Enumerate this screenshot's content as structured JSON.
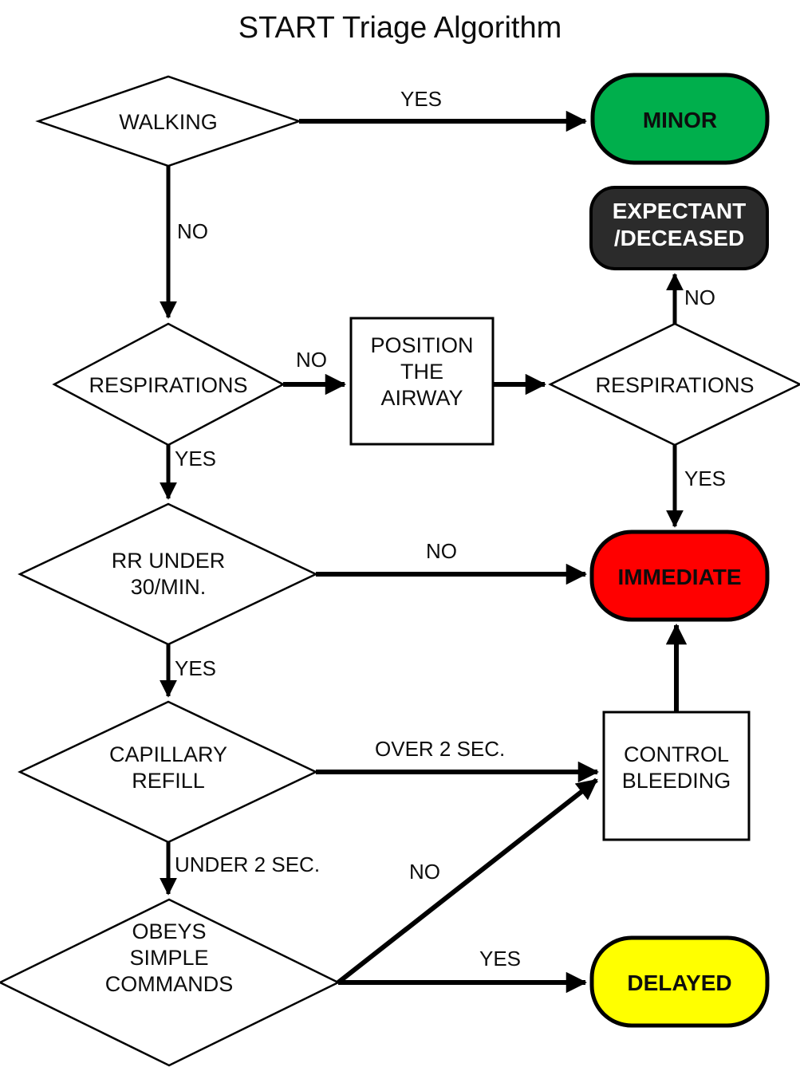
{
  "title": "START Triage Algorithm",
  "colors": {
    "minor_green": "#00AF4C",
    "expectant_dark": "#2B2B2B",
    "immediate_red": "#FF0000",
    "delayed_yellow": "#FFFF00",
    "line_black": "#000000",
    "text_black": "#0D0D0D",
    "text_white": "#FFFFFF",
    "node_fill_white": "#FFFFFF"
  },
  "nodes": {
    "walking": {
      "label": "WALKING",
      "shape": "diamond"
    },
    "respirations_1": {
      "label": "RESPIRATIONS",
      "shape": "diamond"
    },
    "position_airway": {
      "label": "POSITION\nTHE\nAIRWAY",
      "shape": "process"
    },
    "respirations_2": {
      "label": "RESPIRATIONS",
      "shape": "diamond"
    },
    "rr_under_30": {
      "label": "RR UNDER\n30/MIN.",
      "shape": "diamond"
    },
    "capillary_refill": {
      "label": "CAPILLARY\nREFILL",
      "shape": "diamond"
    },
    "obeys_commands": {
      "label": "OBEYS\nSIMPLE\nCOMMANDS",
      "shape": "diamond"
    },
    "control_bleeding": {
      "label": "CONTROL\nBLEEDING",
      "shape": "process"
    },
    "minor": {
      "label": "MINOR",
      "shape": "terminal"
    },
    "expectant": {
      "label": "EXPECTANT\n/DECEASED",
      "shape": "terminal"
    },
    "immediate": {
      "label": "IMMEDIATE",
      "shape": "terminal"
    },
    "delayed": {
      "label": "DELAYED",
      "shape": "terminal"
    }
  },
  "edge_labels": {
    "walking_yes": "YES",
    "walking_no": "NO",
    "resp1_no": "NO",
    "resp1_yes": "YES",
    "resp2_no": "NO",
    "resp2_yes": "YES",
    "rr_no": "NO",
    "rr_yes": "YES",
    "cap_over": "OVER 2 SEC.",
    "cap_under": "UNDER 2 SEC.",
    "obeys_no": "NO",
    "obeys_yes": "YES"
  },
  "edges": [
    {
      "from": "walking",
      "to": "minor",
      "label": "YES"
    },
    {
      "from": "walking",
      "to": "respirations_1",
      "label": "NO"
    },
    {
      "from": "respirations_1",
      "to": "position_airway",
      "label": "NO"
    },
    {
      "from": "position_airway",
      "to": "respirations_2",
      "label": ""
    },
    {
      "from": "respirations_2",
      "to": "expectant",
      "label": "NO"
    },
    {
      "from": "respirations_2",
      "to": "immediate",
      "label": "YES"
    },
    {
      "from": "respirations_1",
      "to": "rr_under_30",
      "label": "YES"
    },
    {
      "from": "rr_under_30",
      "to": "immediate",
      "label": "NO"
    },
    {
      "from": "rr_under_30",
      "to": "capillary_refill",
      "label": "YES"
    },
    {
      "from": "capillary_refill",
      "to": "control_bleeding",
      "label": "OVER 2 SEC."
    },
    {
      "from": "capillary_refill",
      "to": "obeys_commands",
      "label": "UNDER 2 SEC."
    },
    {
      "from": "obeys_commands",
      "to": "control_bleeding",
      "label": "NO"
    },
    {
      "from": "obeys_commands",
      "to": "delayed",
      "label": "YES"
    },
    {
      "from": "control_bleeding",
      "to": "immediate",
      "label": ""
    }
  ]
}
